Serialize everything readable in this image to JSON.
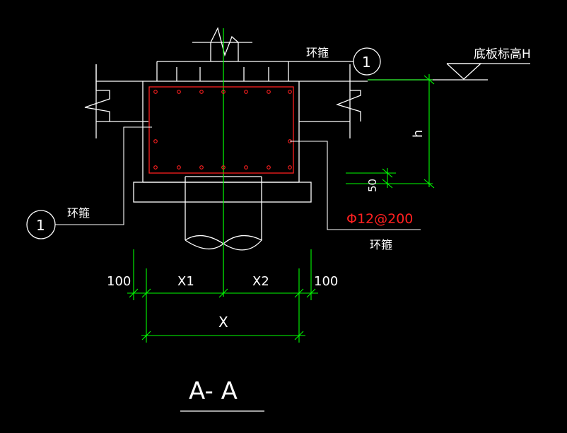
{
  "colors": {
    "background": "#000000",
    "lines": "#ffffff",
    "dimension": "#00ff00",
    "rebar": "#ff2020"
  },
  "labels": {
    "hoop_top": "环箍",
    "hoop_left": "环箍",
    "hoop_right": "环箍",
    "callout_top": "1",
    "callout_left": "1",
    "elevation": "底板标高H",
    "depth": "h",
    "cover": "50",
    "rebar_spec": "Φ12@200",
    "dim_left_edge": "100",
    "dim_right_edge": "100",
    "dim_x1": "X1",
    "dim_x2": "X2",
    "dim_total": "X",
    "section_title": "A- A"
  }
}
